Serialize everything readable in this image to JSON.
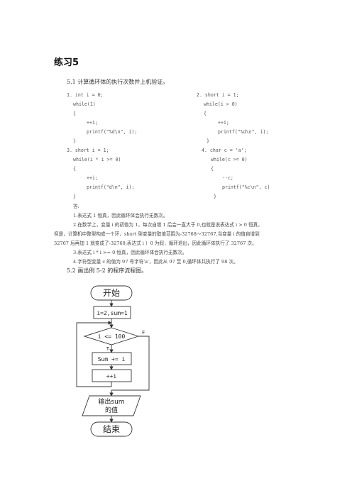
{
  "title": "练习5",
  "q51": "5.1 计算循环体的执行次数并上机验证。",
  "code1": [
    "1. int i = 0;",
    "while(1)",
    "{",
    "++i;",
    "printf(\"%d\\n\", i);",
    "}"
  ],
  "code2": [
    "2. short i = 1;",
    "while(i > 0)",
    "{",
    "++i;",
    "printf(\"%d\\n\", i);",
    "}"
  ],
  "code3": [
    "3. short i = 1;",
    "while(i * i >= 0)",
    "{",
    "++i;",
    "printf(\"d\\n\", i);",
    "}"
  ],
  "code4": [
    "4. char c = 'a';",
    "while(c >= 0)",
    "{",
    "--c;",
    "printf(\"%c\\n\", c)",
    "}"
  ],
  "answer_label": "答:",
  "answers": {
    "a1": "1.表达式 1 恒真，因此循环体会执行无数次。",
    "a2_l1": "2.在数学上，变量 i 的初值为 1，每次自增 1 后会一直大于 0,也就是说表达式 i > 0 恒真，",
    "a2_l2": "但是，计算机中整型构成一个环，short 型变量的取值范围为-32768～32767,当变量 i 的值自增到",
    "a2_l3": "32767 后再加 1 就变成了-32768,表达式 i ）0 为假，循环退出，因此循环体执行了 32767 次。",
    "a3": "3.表达式 i * i >= 0 恒真，因此循环体会执行无数次。",
    "a4": "4.字符型变量 c 的值为 97 号字符'a'，因此从 97 至 0,循环体共执行了 98 次。"
  },
  "q52": "5.2 画出例 5-2 的程序流程图。",
  "flowchart": {
    "start": "开始",
    "init": "i=2,sum=1",
    "cond": "i <= 100",
    "true_label": "T",
    "false_label": "F",
    "body1": "Sum += i",
    "body2": "++i",
    "output_l1": "输出sum",
    "output_l2": "的值",
    "end": "结束"
  }
}
